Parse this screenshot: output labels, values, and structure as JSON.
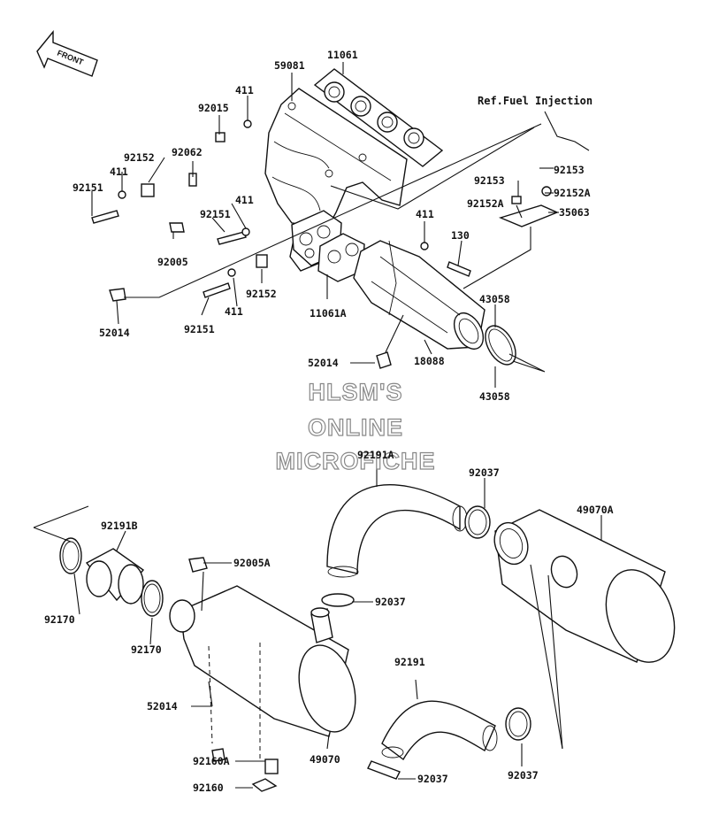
{
  "orientation": {
    "label": "FRONT"
  },
  "reference": {
    "text": "Ref.Fuel Injection"
  },
  "watermark": {
    "lines": [
      "HLSM'S",
      "ONLINE",
      "MICROFICHE"
    ]
  },
  "callouts": {
    "c11061": "11061",
    "c59081": "59081",
    "c411a": "411",
    "c92015": "92015",
    "c92062": "92062",
    "c92152a": "92152",
    "c411b": "411",
    "c92151a": "92151",
    "c411c": "411",
    "c92151b": "92151",
    "c92005": "92005",
    "c92152b": "92152",
    "c411d": "411",
    "c92151c": "92151",
    "c52014a": "52014",
    "c11061A": "11061A",
    "c92153a": "92153",
    "c92153b": "92153",
    "c92152Aa": "92152A",
    "c92152Ab": "92152A",
    "c35063": "35063",
    "c411e": "411",
    "c130": "130",
    "c43058a": "43058",
    "c43058b": "43058",
    "c18088": "18088",
    "c52014b": "52014",
    "c92191A": "92191A",
    "c92037a": "92037",
    "c49070A": "49070A",
    "c92191B": "92191B",
    "c92005A": "92005A",
    "c92170a": "92170",
    "c92170b": "92170",
    "c92037b": "92037",
    "c52014c": "52014",
    "c92191": "92191",
    "c49070": "49070",
    "c92037c": "92037",
    "c92037d": "92037",
    "c92160A": "92160A",
    "c92160": "92160"
  }
}
